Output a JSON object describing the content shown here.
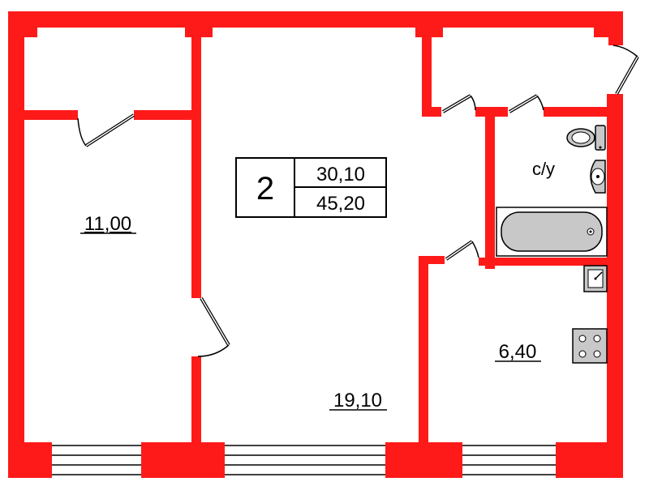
{
  "colors": {
    "wall": "#ff1a1a",
    "line": "#000000",
    "fixture": "#c8c8c8",
    "background": "#ffffff"
  },
  "summary": {
    "room_count": "2",
    "living_area": "30,10",
    "total_area": "45,20"
  },
  "rooms": [
    {
      "id": "bedroom",
      "area": "11,00"
    },
    {
      "id": "living-room",
      "area": "19,10"
    },
    {
      "id": "kitchen",
      "area": "6,40"
    },
    {
      "id": "bathroom",
      "label": "с/у"
    }
  ],
  "fixtures": [
    "toilet-icon",
    "sink-icon",
    "bathtub-icon",
    "kitchen-sink-icon",
    "stove-icon"
  ]
}
